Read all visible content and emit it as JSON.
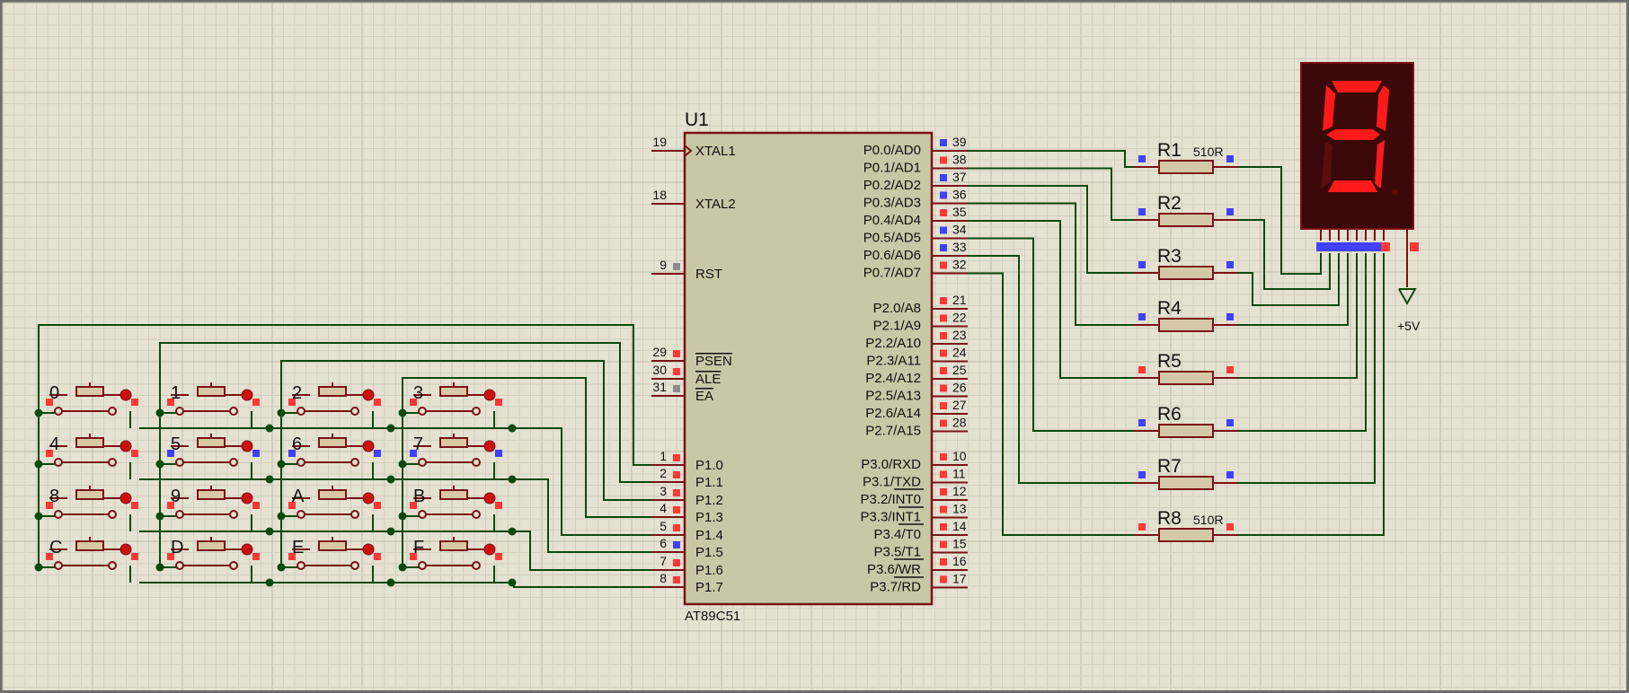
{
  "colors": {
    "sheet": "#e5e2d2",
    "grid_minor": "#d2cfbd",
    "grid_major": "#bdb9a6",
    "wire": "#0a4a10",
    "junction": "#0a4a10",
    "component": "#7a1216",
    "chip_fill": "#c8c7a6",
    "pin_red": "#ff3838",
    "pin_blue": "#4040ff",
    "pin_gray": "#8c8c8c",
    "lamp": "#cc1010",
    "segment_on": "#ff1a1a",
    "segment_off": "#5a0d0d",
    "display_body": "#3a0808"
  },
  "mcu": {
    "refdes": "U1",
    "part": "AT89C51",
    "left_pins": [
      {
        "num": "19",
        "name": "XTAL1",
        "mark": "none"
      },
      {
        "num": "18",
        "name": "XTAL2",
        "mark": "none"
      },
      {
        "num": "9",
        "name": "RST",
        "mark": "gray"
      },
      {
        "num": "29",
        "name": "PSEN",
        "mark": "red",
        "overline": true
      },
      {
        "num": "30",
        "name": "ALE",
        "mark": "red",
        "overline": true
      },
      {
        "num": "31",
        "name": "EA",
        "mark": "gray",
        "overline": true
      },
      {
        "num": "1",
        "name": "P1.0",
        "mark": "red"
      },
      {
        "num": "2",
        "name": "P1.1",
        "mark": "red"
      },
      {
        "num": "3",
        "name": "P1.2",
        "mark": "red"
      },
      {
        "num": "4",
        "name": "P1.3",
        "mark": "red"
      },
      {
        "num": "5",
        "name": "P1.4",
        "mark": "red"
      },
      {
        "num": "6",
        "name": "P1.5",
        "mark": "blue"
      },
      {
        "num": "7",
        "name": "P1.6",
        "mark": "red"
      },
      {
        "num": "8",
        "name": "P1.7",
        "mark": "red"
      }
    ],
    "right_pins": [
      {
        "num": "39",
        "name": "P0.0/AD0",
        "mark": "blue"
      },
      {
        "num": "38",
        "name": "P0.1/AD1",
        "mark": "red"
      },
      {
        "num": "37",
        "name": "P0.2/AD2",
        "mark": "blue"
      },
      {
        "num": "36",
        "name": "P0.3/AD3",
        "mark": "blue"
      },
      {
        "num": "35",
        "name": "P0.4/AD4",
        "mark": "red"
      },
      {
        "num": "34",
        "name": "P0.5/AD5",
        "mark": "blue"
      },
      {
        "num": "33",
        "name": "P0.6/AD6",
        "mark": "blue"
      },
      {
        "num": "32",
        "name": "P0.7/AD7",
        "mark": "red"
      },
      {
        "num": "21",
        "name": "P2.0/A8",
        "mark": "red"
      },
      {
        "num": "22",
        "name": "P2.1/A9",
        "mark": "red"
      },
      {
        "num": "23",
        "name": "P2.2/A10",
        "mark": "red"
      },
      {
        "num": "24",
        "name": "P2.3/A11",
        "mark": "red"
      },
      {
        "num": "25",
        "name": "P2.4/A12",
        "mark": "red"
      },
      {
        "num": "26",
        "name": "P2.5/A13",
        "mark": "red"
      },
      {
        "num": "27",
        "name": "P2.6/A14",
        "mark": "red"
      },
      {
        "num": "28",
        "name": "P2.7/A15",
        "mark": "red"
      },
      {
        "num": "10",
        "name": "P3.0/RXD",
        "mark": "red"
      },
      {
        "num": "11",
        "name": "P3.1/TXD",
        "mark": "red"
      },
      {
        "num": "12",
        "name": "P3.2/INT0",
        "mark": "red"
      },
      {
        "num": "13",
        "name": "P3.3/INT1",
        "mark": "red"
      },
      {
        "num": "14",
        "name": "P3.4/T0",
        "mark": "red"
      },
      {
        "num": "15",
        "name": "P3.5/T1",
        "mark": "red"
      },
      {
        "num": "16",
        "name": "P3.6/WR",
        "mark": "red"
      },
      {
        "num": "17",
        "name": "P3.7/RD",
        "mark": "red"
      }
    ]
  },
  "keypad": {
    "keys": [
      "0",
      "1",
      "2",
      "3",
      "4",
      "5",
      "6",
      "7",
      "8",
      "9",
      "A",
      "B",
      "C",
      "D",
      "E",
      "F"
    ]
  },
  "resistors": [
    {
      "ref": "R1",
      "value": "510R",
      "mark": "blue"
    },
    {
      "ref": "R2",
      "value": "",
      "mark": "blue"
    },
    {
      "ref": "R3",
      "value": "",
      "mark": "blue"
    },
    {
      "ref": "R4",
      "value": "",
      "mark": "blue"
    },
    {
      "ref": "R5",
      "value": "",
      "mark": "red"
    },
    {
      "ref": "R6",
      "value": "",
      "mark": "blue"
    },
    {
      "ref": "R7",
      "value": "",
      "mark": "blue"
    },
    {
      "ref": "R8",
      "value": "510R",
      "mark": "red"
    }
  ],
  "display": {
    "digit": "9",
    "segments_on": [
      "a",
      "b",
      "c",
      "d",
      "f",
      "g"
    ],
    "supply_label": "+5V"
  }
}
